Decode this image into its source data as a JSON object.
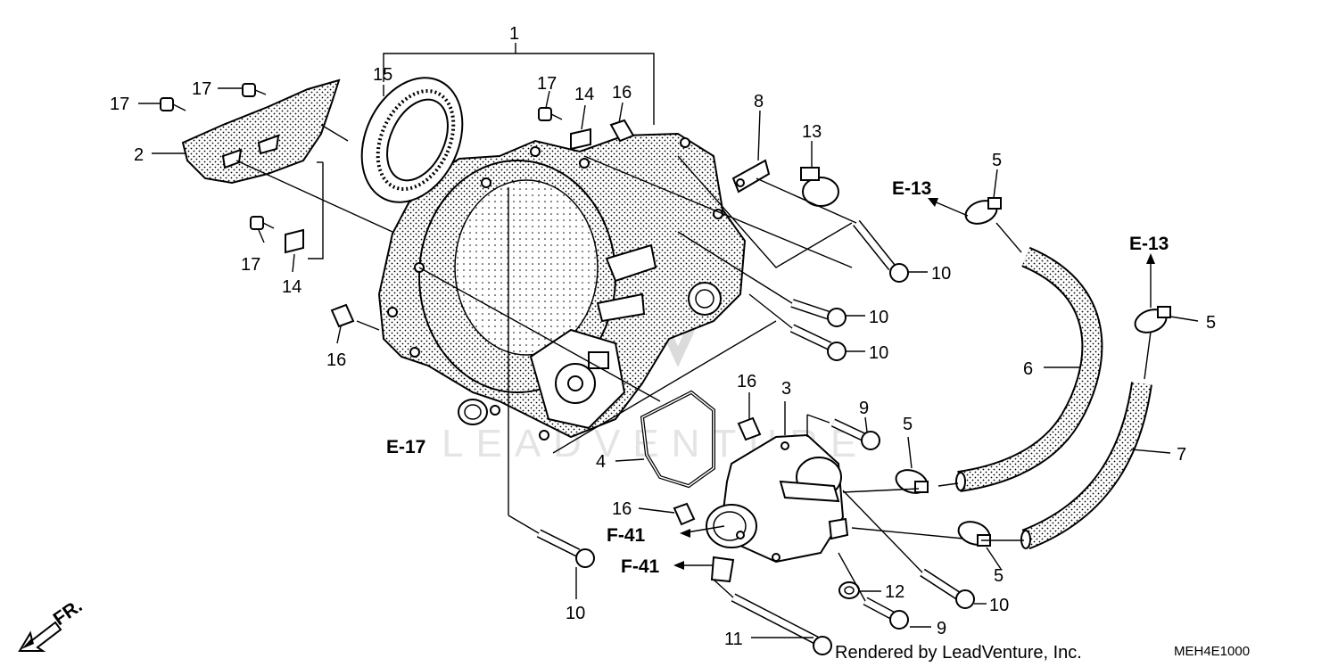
{
  "callouts": {
    "c1": "1",
    "c2": "2",
    "c3": "3",
    "c4": "4",
    "c5a": "5",
    "c5b": "5",
    "c5c": "5",
    "c5d": "5",
    "c6": "6",
    "c7": "7",
    "c8": "8",
    "c9a": "9",
    "c9b": "9",
    "c10a": "10",
    "c10b": "10",
    "c10c": "10",
    "c10d": "10",
    "c10e": "10",
    "c11": "11",
    "c12": "12",
    "c13": "13",
    "c14a": "14",
    "c14b": "14",
    "c15": "15",
    "c16a": "16",
    "c16b": "16",
    "c16c": "16",
    "c16d": "16",
    "c17a": "17",
    "c17b": "17",
    "c17c": "17",
    "c17d": "17"
  },
  "references": {
    "e13_left": "E-13",
    "e13_right": "E-13",
    "e17": "E-17",
    "f41_top": "F-41",
    "f41_bottom": "F-41"
  },
  "direction_label": "FR.",
  "watermark": "LEADVENTURE",
  "footer": {
    "credit": "Rendered by LeadVenture, Inc.",
    "diagram_code": "MEH4E1000"
  }
}
